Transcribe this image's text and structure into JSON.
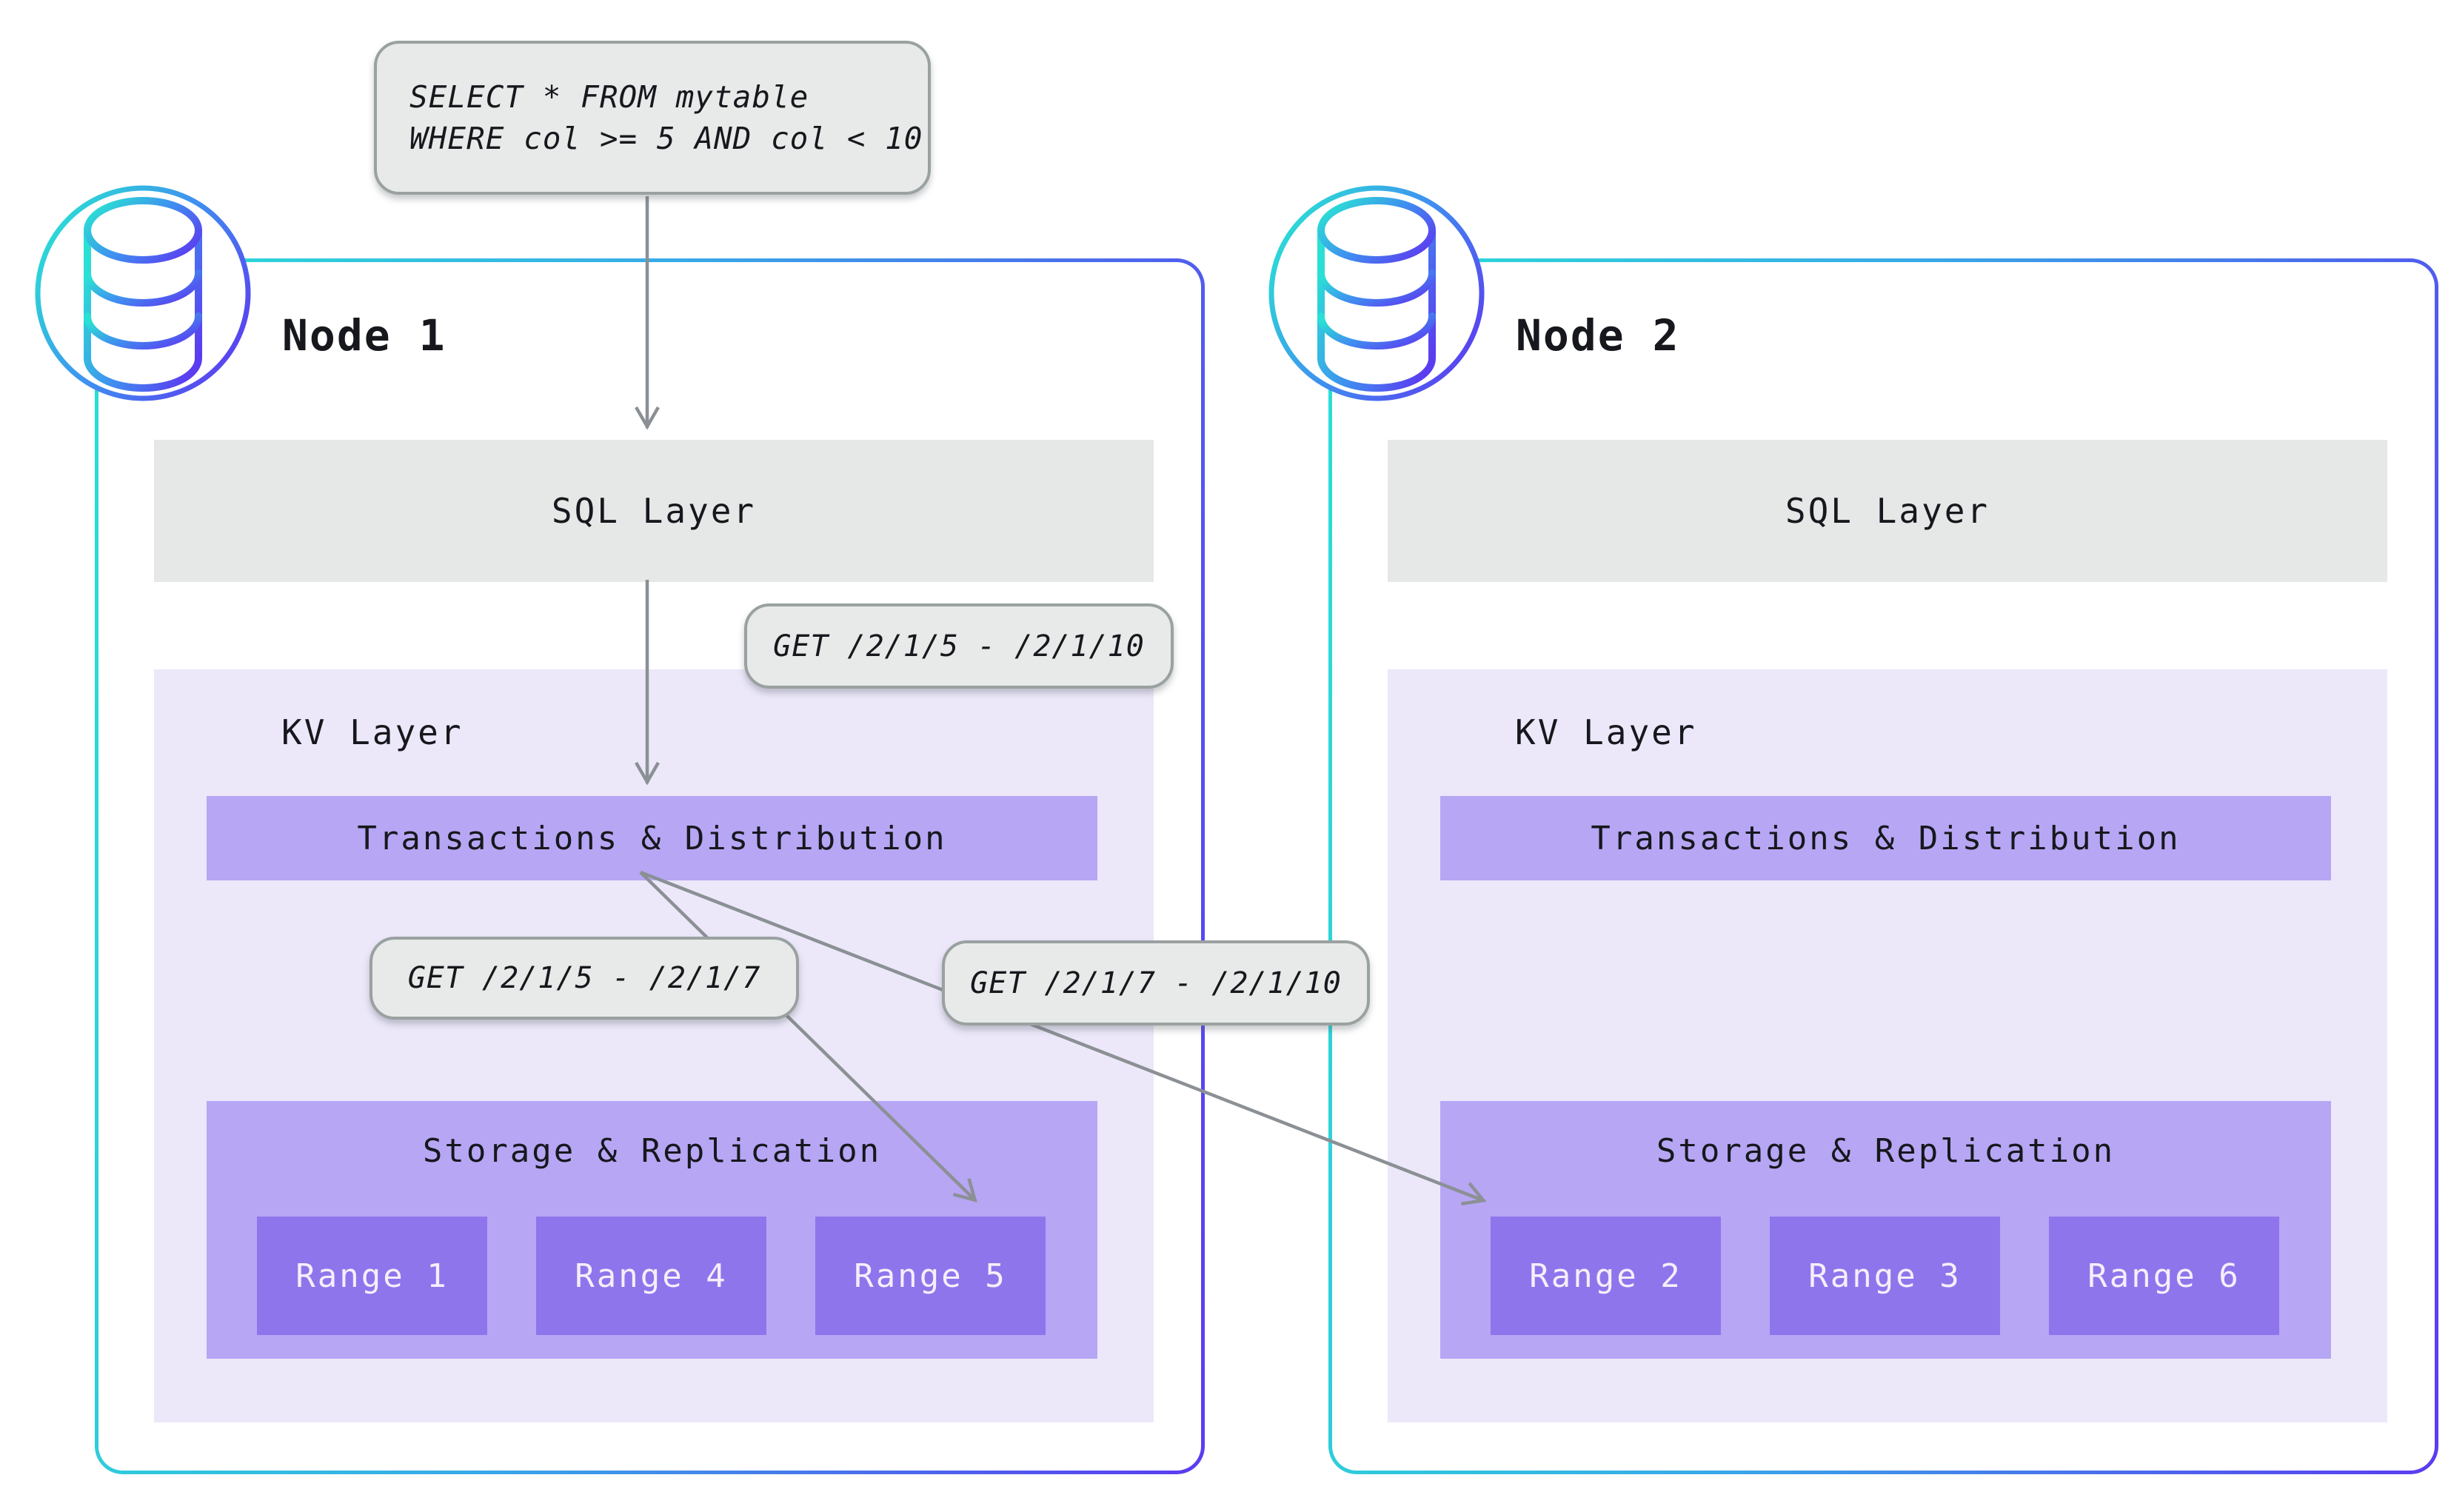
{
  "query_callout": {
    "line1": "SELECT * FROM mytable",
    "line2": "WHERE col >= 5 AND col < 10"
  },
  "get_callouts": {
    "sql_to_kv": "GET /2/1/5 - /2/1/10",
    "local_range": "GET /2/1/5 - /2/1/7",
    "remote_range": "GET /2/1/7 - /2/1/10"
  },
  "labels": {
    "sql_layer": "SQL Layer",
    "kv_layer": "KV Layer",
    "transactions": "Transactions & Distribution",
    "storage": "Storage & Replication"
  },
  "nodes": [
    {
      "title": "Node 1",
      "ranges": [
        "Range 1",
        "Range 4",
        "Range 5"
      ]
    },
    {
      "title": "Node 2",
      "ranges": [
        "Range 2",
        "Range 3",
        "Range 6"
      ]
    }
  ],
  "icons": {
    "node_badge": "database-icon"
  },
  "colors": {
    "accent-cyan": "#2ae0d4",
    "accent-purple": "#5b3cf0",
    "layer-gray": "#e6e8e7",
    "kv-bg": "#ece8fa",
    "bar-purple": "#b7a6f4",
    "range-purple": "#8f75ec",
    "callout-bg": "#e8eae9",
    "callout-border": "#9aa1a1",
    "arrow-gray": "#8b9095",
    "text-dark": "#16181d",
    "range-text": "#f5effa"
  }
}
